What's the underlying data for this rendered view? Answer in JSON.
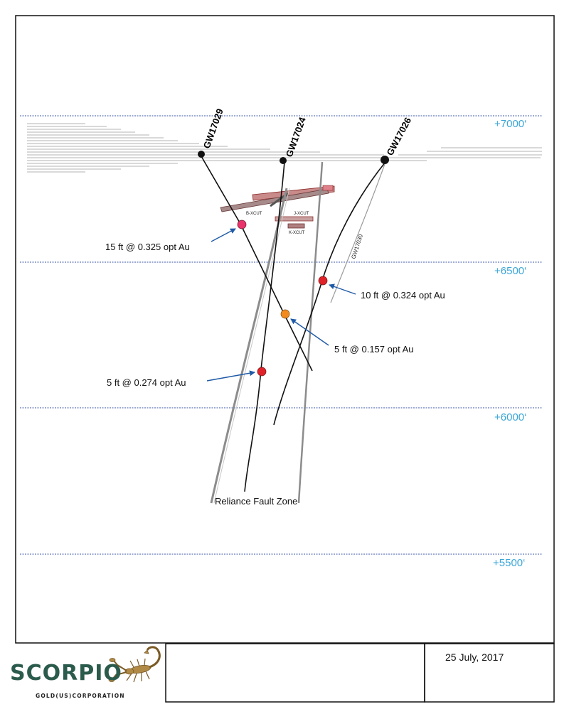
{
  "elevations": [
    "+7000‘",
    "+6500‘",
    "+6000‘",
    "+5500‘"
  ],
  "drillholes": [
    "GW17029",
    "GW17024",
    "GW17026",
    "GW17030"
  ],
  "workings": [
    "B-XCUT",
    "J-XCUT",
    "K-XCUT"
  ],
  "intercepts": [
    {
      "text": "15 ft @ 0.325 opt Au",
      "color": "#e8336b"
    },
    {
      "text": "10 ft @ 0.324 opt Au",
      "color": "#e0232a"
    },
    {
      "text": "5 ft @ 0.157 opt Au",
      "color": "#f28a1e"
    },
    {
      "text": "5 ft @ 0.274 opt Au",
      "color": "#e0232a"
    }
  ],
  "fault_label": "Reliance Fault Zone",
  "title_block": {
    "date": "25 July, 2017",
    "company": "SCORPIO",
    "tagline": "GOLD(US)CORPORATION"
  },
  "colors": {
    "elevation": "#3aa6d8",
    "arrow": "#1f5aa6",
    "brand": "#2b5b4c",
    "brand_icon": "#b08a45"
  }
}
